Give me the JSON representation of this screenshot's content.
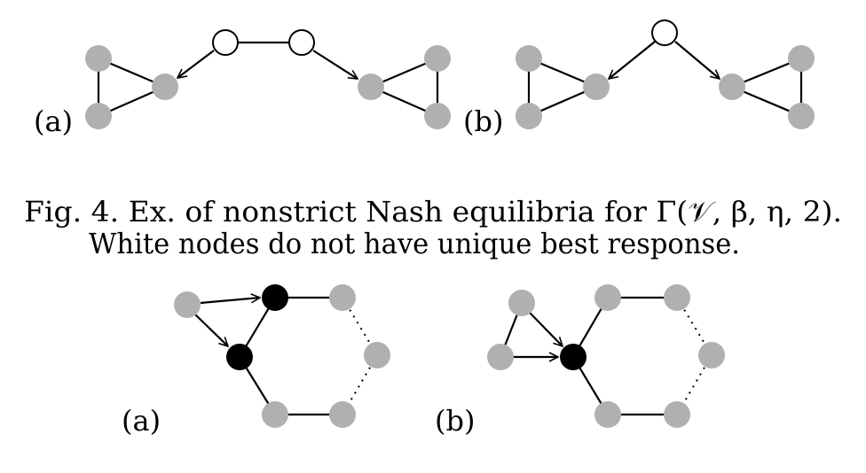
{
  "caption": {
    "line1": "Fig. 4. Ex. of nonstrict Nash equilibria for Γ(𝒱, β, η, 2).",
    "line2": "White nodes do not have unique best response."
  },
  "labels": {
    "top_a": "(a)",
    "top_b": "(b)",
    "bottom_a": "(a)",
    "bottom_b": "(b)"
  },
  "colors": {
    "gray_node": "#b0b0b0",
    "white_node": "#ffffff",
    "black_node": "#000000",
    "edge": "#000000"
  }
}
